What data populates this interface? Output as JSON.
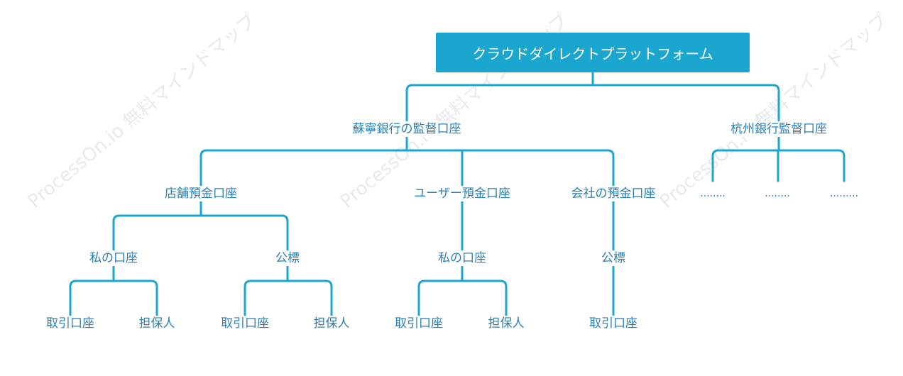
{
  "colors": {
    "accent": "#1ba6cf",
    "text": "#2a7fb5",
    "watermark": "#e6ebef"
  },
  "watermark_text": "ProcessOn.io 無料マインドマップ",
  "diagram": {
    "root": {
      "label": "クラウドダイレクトプラットフォーム"
    },
    "branches": {
      "suning": {
        "label": "蘇寧銀行の監督口座"
      },
      "hangzhou": {
        "label": "杭州銀行監督口座"
      }
    },
    "accounts": {
      "store": {
        "label": "店舗預金口座"
      },
      "user": {
        "label": "ユーザー預金口座"
      },
      "company": {
        "label": "会社の預金口座"
      }
    },
    "hangzhou_children": [
      "........",
      "........",
      "........."
    ],
    "level3": {
      "store_private": {
        "label": "私の口座"
      },
      "store_public": {
        "label": "公標"
      },
      "user_private": {
        "label": "私の口座"
      },
      "company_public": {
        "label": "公標"
      }
    },
    "leaves": {
      "l1": "取引口座",
      "l2": "担保人",
      "l3": "取引口座",
      "l4": "担保人",
      "l5": "取引口座",
      "l6": "担保人",
      "l7": "取引口座"
    }
  }
}
